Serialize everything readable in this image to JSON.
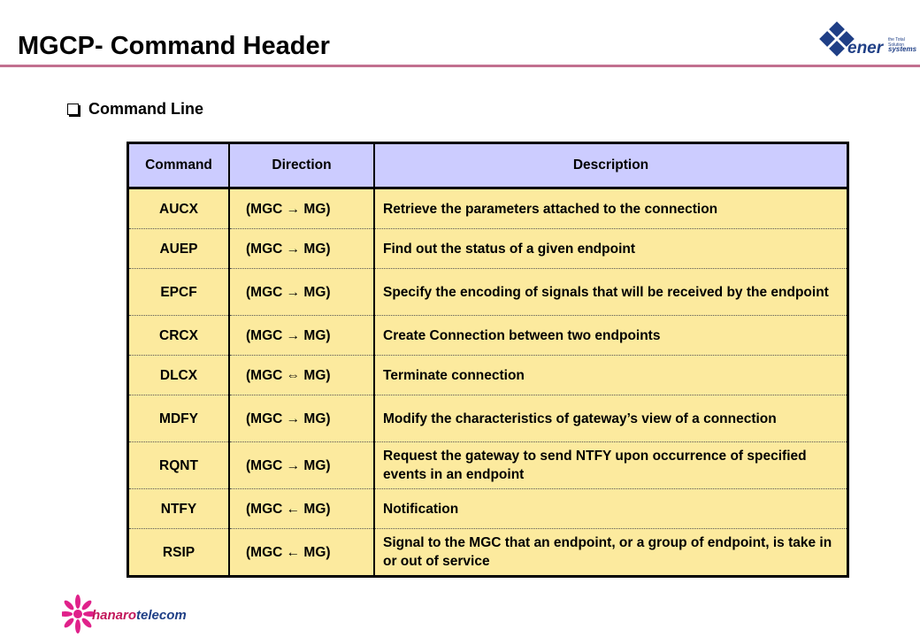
{
  "header": {
    "title": "MGCP- Command Header",
    "logo": {
      "brand": "ener",
      "sub": "systems",
      "tagline": "the Total Solution"
    }
  },
  "section": {
    "title": "Command Line"
  },
  "table": {
    "columns": [
      "Command",
      "Direction",
      "Description"
    ],
    "rows": [
      {
        "command": "AUCX",
        "direction": "(MGC → MG)",
        "description": "Retrieve the parameters attached to the connection"
      },
      {
        "command": "AUEP",
        "direction": "(MGC → MG)",
        "description": "Find out the status of a given endpoint"
      },
      {
        "command": "EPCF",
        "direction": "(MGC → MG)",
        "description": "Specify the encoding of signals that will be received by the endpoint"
      },
      {
        "command": "CRCX",
        "direction": "(MGC → MG)",
        "description": "Create Connection between two endpoints"
      },
      {
        "command": "DLCX",
        "direction": "(MGC ⇔ MG)",
        "description": "Terminate connection"
      },
      {
        "command": "MDFY",
        "direction": "(MGC → MG)",
        "description": "Modify the characteristics of gateway’s view of a connection"
      },
      {
        "command": "RQNT",
        "direction": "(MGC → MG)",
        "description": "Request the gateway to send NTFY upon occurrence of specified events in an endpoint"
      },
      {
        "command": "NTFY",
        "direction": "(MGC ← MG)",
        "description": "Notification"
      },
      {
        "command": "RSIP",
        "direction": "(MGC ← MG)",
        "description": "Signal to the MGC that an endpoint, or a group of endpoint, is take in or out of service"
      }
    ]
  },
  "footer": {
    "logo_left": "hanaro",
    "logo_right": "telecom"
  },
  "colors": {
    "header_row": "#ccccff",
    "body_row": "#fcea9e",
    "accent_rule": "#c2708f",
    "logo_blue": "#1f3f86",
    "logo_pink": "#e0218a"
  }
}
